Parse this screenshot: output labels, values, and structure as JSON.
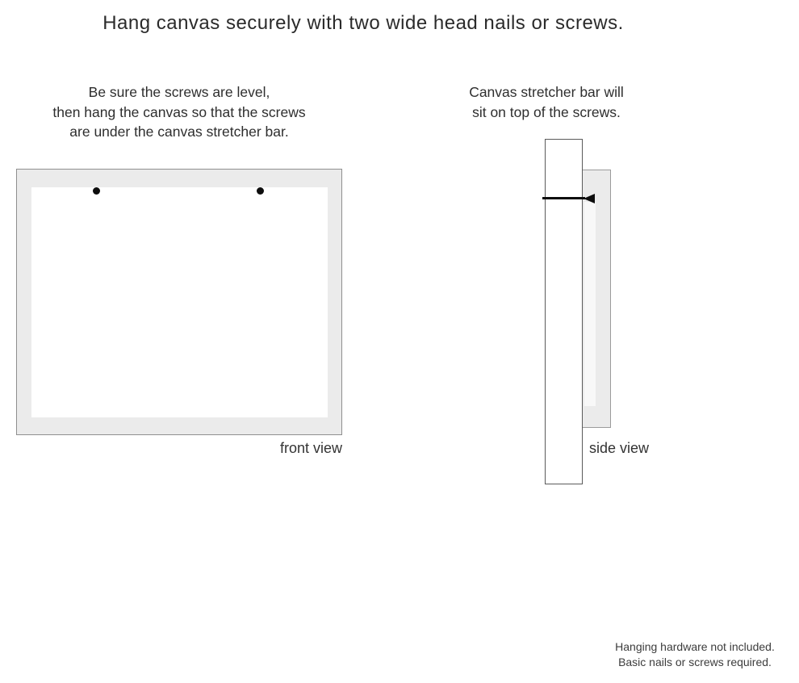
{
  "title": "Hang canvas securely with two wide head nails or screws.",
  "front_section": {
    "instruction_line1": "Be sure the screws are level,",
    "instruction_line2": "then hang the canvas so that the screws",
    "instruction_line3": "are under the canvas stretcher bar.",
    "label": "front view"
  },
  "side_section": {
    "instruction_line1": "Canvas stretcher bar will",
    "instruction_line2": "sit on top of the screws.",
    "label": "side view"
  },
  "footnote": {
    "line1": "Hanging hardware not included.",
    "line2": "Basic nails or screws required."
  },
  "icons": {
    "screw_left": "screw-head-dot",
    "screw_right": "screw-head-dot",
    "nail": "nail-side-profile"
  },
  "colors": {
    "background": "#ffffff",
    "canvas_frame_gray": "#ebebeb",
    "frame_border": "#8f8f8f",
    "wall_border": "#5a5a5a",
    "canvas_side_border": "#9b9b9b",
    "canvas_recess": "#f8f8f8",
    "text_dark": "#2e2e2e",
    "hardware_black": "#0d0d0d"
  }
}
